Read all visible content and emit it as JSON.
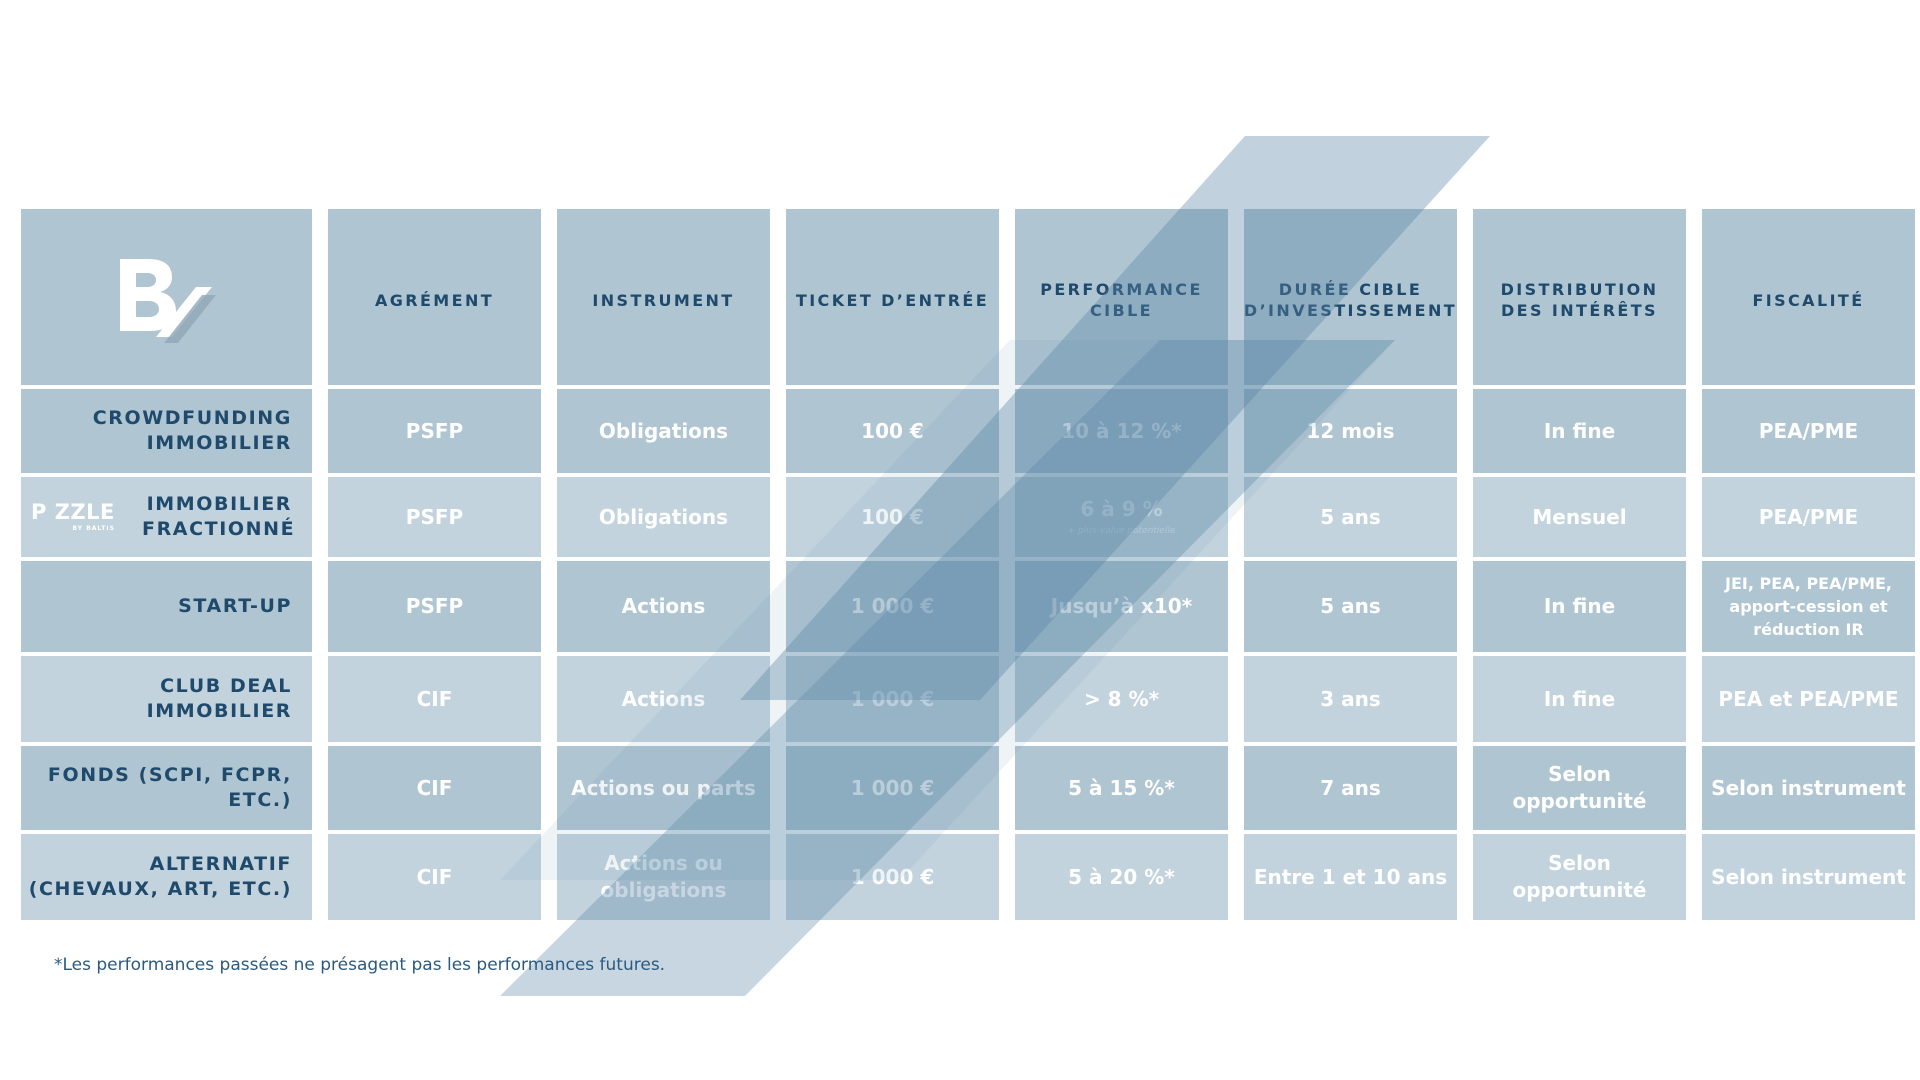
{
  "colors": {
    "navy": "#1f4a6b",
    "cell_light": "#c2d3de",
    "cell_dark": "#afc5d2",
    "slash": "#5b86a6"
  },
  "logo": {
    "icon": "b-slash-logo-icon"
  },
  "headers": [
    "AGRÉMENT",
    "INSTRUMENT",
    "TICKET D’ENTRÉE",
    "PERFORMANCE CIBLE",
    "DURÉE CIBLE D’INVESTISSEMENT",
    "DISTRIBUTION DES INTÉRÊTS",
    "FISCALITÉ"
  ],
  "rows": [
    {
      "label": "CROWDFUNDING IMMOBILIER",
      "agrement": "PSFP",
      "instrument": "Obligations",
      "ticket": "100 €",
      "performance": "10 à 12 %*",
      "performance_note": "",
      "duree": "12 mois",
      "distribution": "In fine",
      "fiscalite": "PEA/PME"
    },
    {
      "label": "IMMOBILIER FRACTIONNÉ",
      "brand": "P ZZLE",
      "brand_sub": "BY BALTIS",
      "agrement": "PSFP",
      "instrument": "Obligations",
      "ticket": "100 €",
      "performance": "6 à 9 %",
      "performance_note": "+ plus-value potentielle",
      "duree": "5 ans",
      "distribution": "Mensuel",
      "fiscalite": "PEA/PME"
    },
    {
      "label": "START-UP",
      "agrement": "PSFP",
      "instrument": "Actions",
      "ticket": "1 000 €",
      "performance": "Jusqu’à x10*",
      "performance_note": "",
      "duree": "5 ans",
      "distribution": "In fine",
      "fiscalite": "JEI, PEA, PEA/PME, apport-cession et réduction IR"
    },
    {
      "label": "CLUB DEAL IMMOBILIER",
      "agrement": "CIF",
      "instrument": "Actions",
      "ticket": "1 000 €",
      "performance": "> 8 %*",
      "performance_note": "",
      "duree": "3 ans",
      "distribution": "In fine",
      "fiscalite": "PEA et PEA/PME"
    },
    {
      "label": "FONDS (SCPI, FCPR, ETC.)",
      "agrement": "CIF",
      "instrument": "Actions ou parts",
      "ticket": "1 000 €",
      "performance": "5 à 15 %*",
      "performance_note": "",
      "duree": "7 ans",
      "distribution": "Selon opportunité",
      "fiscalite": "Selon instrument"
    },
    {
      "label": "ALTERNATIF (CHEVAUX, ART, ETC.)",
      "agrement": "CIF",
      "instrument": "Actions ou obligations",
      "ticket": "1 000 €",
      "performance": "5 à 20 %*",
      "performance_note": "",
      "duree": "Entre 1 et 10 ans",
      "distribution": "Selon opportunité",
      "fiscalite": "Selon instrument"
    }
  ],
  "footnote": "*Les performances passées ne présagent pas les performances futures."
}
